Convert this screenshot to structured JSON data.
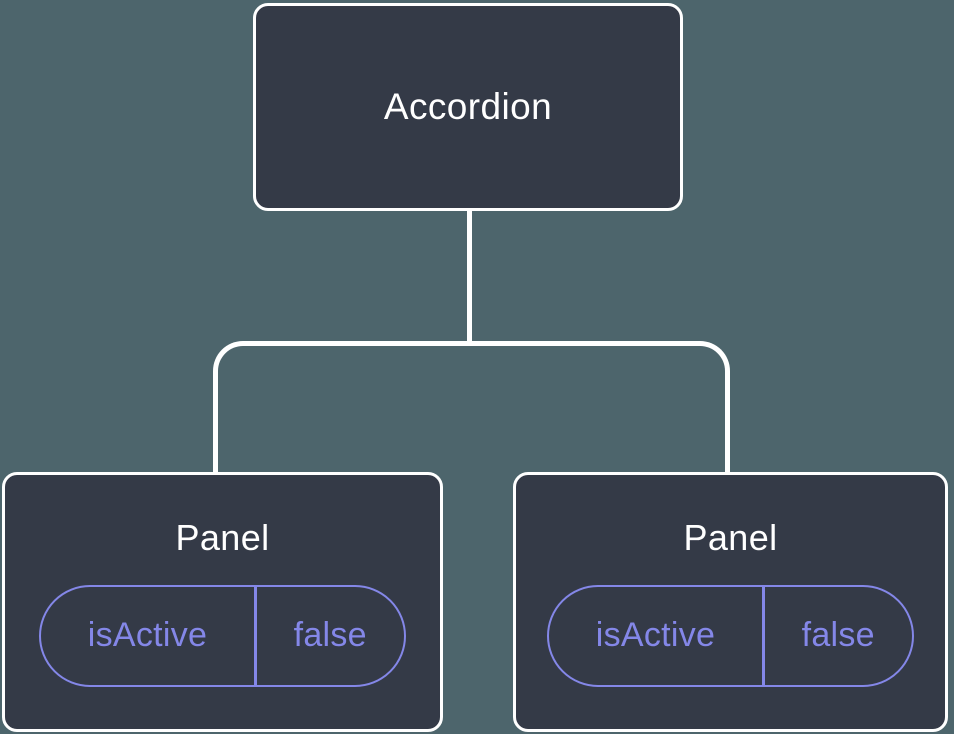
{
  "diagram": {
    "description": "Component tree diagram: Accordion root with two Panel children, each receiving an isActive prop",
    "colors": {
      "background": "#4D656C",
      "node_fill": "#343A47",
      "node_border": "#FFFFFF",
      "node_text": "#FFFFFF",
      "connector": "#FFFFFF",
      "accent": "#8487E8"
    },
    "tree": {
      "root": {
        "label": "Accordion"
      },
      "children": [
        {
          "label": "Panel",
          "prop": {
            "name": "isActive",
            "value": "false"
          }
        },
        {
          "label": "Panel",
          "prop": {
            "name": "isActive",
            "value": "false"
          }
        }
      ]
    }
  }
}
